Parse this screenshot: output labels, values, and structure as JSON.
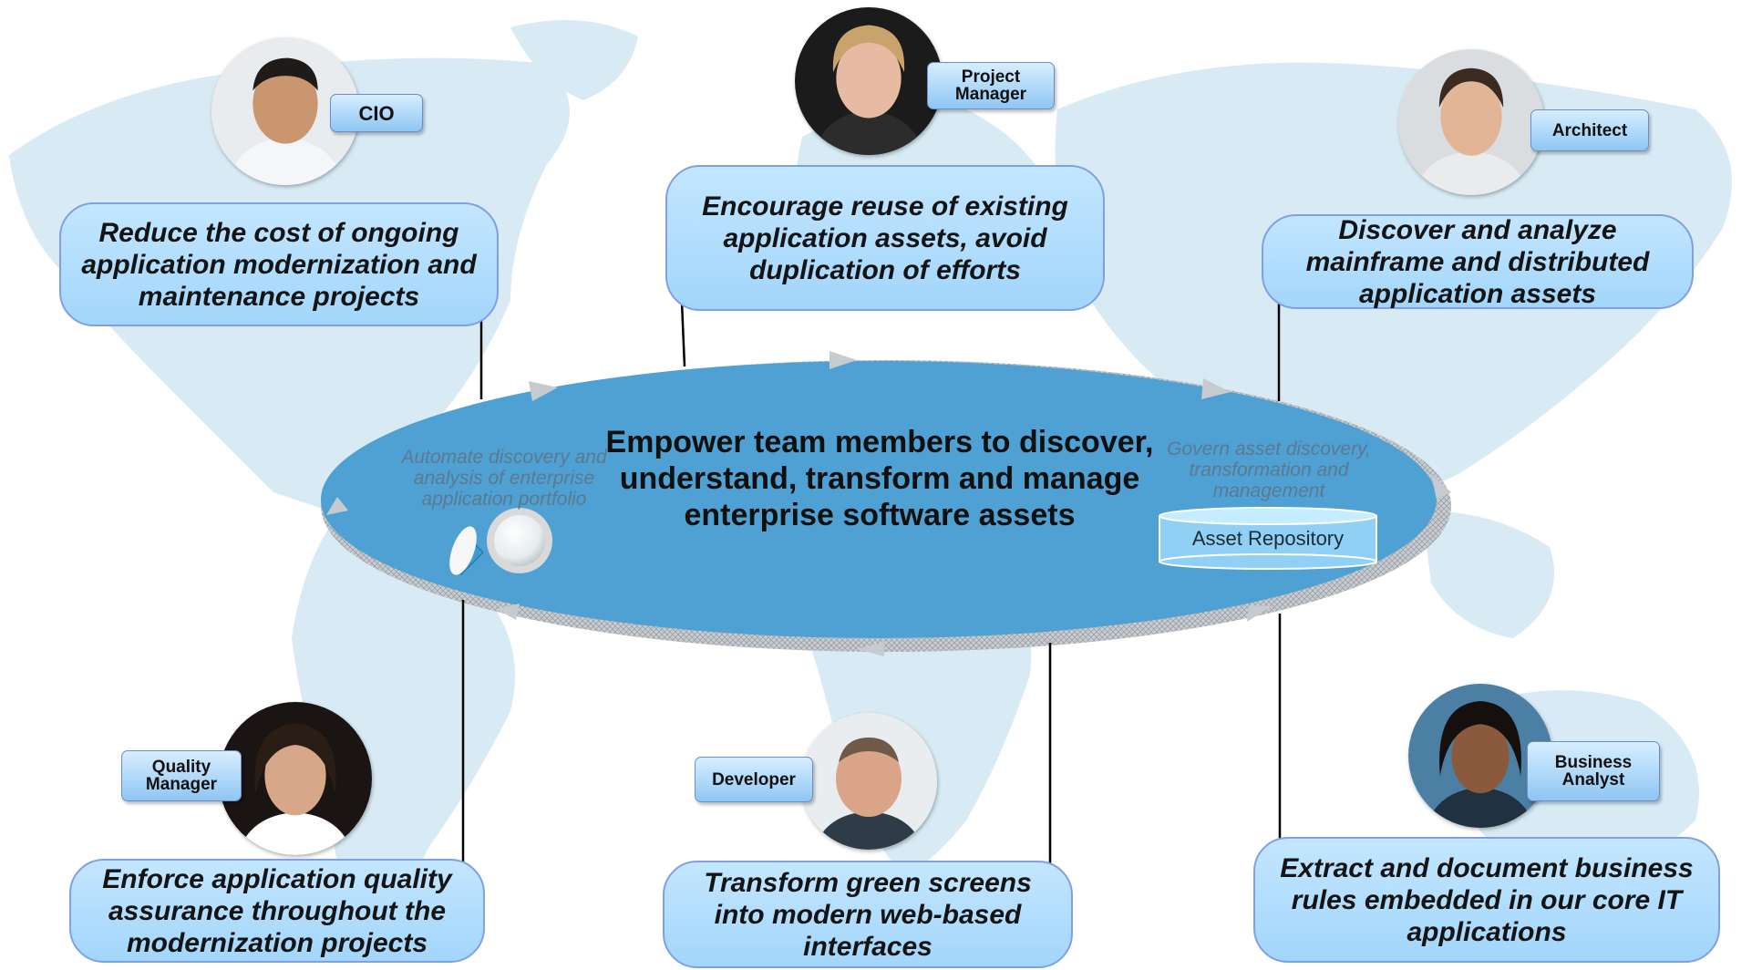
{
  "hub": {
    "title": "Empower team members to discover, understand, transform and manage enterprise software assets",
    "left_note": "Automate discovery and analysis of enterprise application portfolio",
    "right_note": "Govern asset discovery, transformation and management",
    "repository_label": "Asset Repository",
    "fill_color": "#4ea1d2",
    "ring_color": "#a8acb0",
    "magnifier_icon": "magnifier-icon",
    "repository_icon": "database-cylinder-icon"
  },
  "roles": {
    "cio": {
      "badge": "CIO",
      "callout": "Reduce the cost of ongoing application modernization and maintenance projects"
    },
    "project_manager": {
      "badge": "Project Manager",
      "callout": "Encourage reuse of existing application assets, avoid duplication of efforts"
    },
    "architect": {
      "badge": "Architect",
      "callout": "Discover and analyze mainframe and distributed application assets"
    },
    "quality_manager": {
      "badge": "Quality Manager",
      "callout": "Enforce application quality assurance throughout the modernization projects"
    },
    "developer": {
      "badge": "Developer",
      "callout": "Transform green screens into modern web-based interfaces"
    },
    "business_analyst": {
      "badge": "Business Analyst",
      "callout": "Extract and document business rules embedded in our core IT applications"
    }
  },
  "colors": {
    "callout_fill": "#b3ddfc",
    "callout_border": "#7f9fe6",
    "map_fill": "#d8ebf5",
    "connector": "#000000"
  }
}
